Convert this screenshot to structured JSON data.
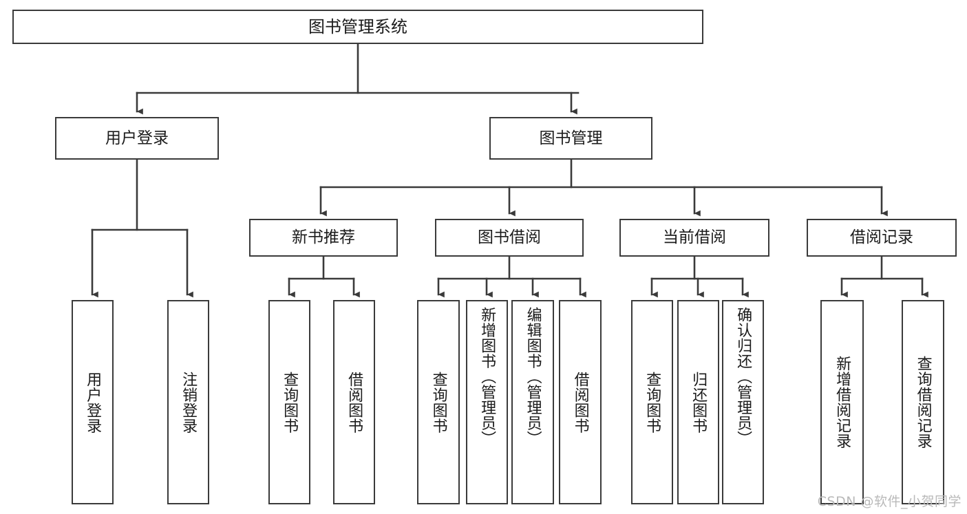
{
  "diagram": {
    "title": "图书管理系统",
    "type": "hierarchy-tree",
    "root": {
      "label": "图书管理系统"
    },
    "level2": [
      {
        "id": "user-login",
        "label": "用户登录"
      },
      {
        "id": "book-management",
        "label": "图书管理"
      }
    ],
    "level3": [
      {
        "id": "new-book-recommend",
        "label": "新书推荐"
      },
      {
        "id": "book-borrow",
        "label": "图书借阅"
      },
      {
        "id": "current-borrow",
        "label": "当前借阅"
      },
      {
        "id": "borrow-record",
        "label": "借阅记录"
      }
    ],
    "leaves": {
      "user_login": [
        {
          "id": "leaf-user-login",
          "label": "用户登录"
        },
        {
          "id": "leaf-logout-login",
          "label": "注销登录"
        }
      ],
      "new_book_recommend": [
        {
          "id": "leaf-query-book-1",
          "label": "查询图书"
        },
        {
          "id": "leaf-borrow-book-1",
          "label": "借阅图书"
        }
      ],
      "book_borrow": [
        {
          "id": "leaf-query-book-2",
          "label": "查询图书"
        },
        {
          "id": "leaf-add-book",
          "label": "新增图书（管理员）"
        },
        {
          "id": "leaf-edit-book",
          "label": "编辑图书（管理员）"
        },
        {
          "id": "leaf-borrow-book-2",
          "label": "借阅图书"
        }
      ],
      "current_borrow": [
        {
          "id": "leaf-query-book-3",
          "label": "查询图书"
        },
        {
          "id": "leaf-return-book",
          "label": "归还图书"
        },
        {
          "id": "leaf-confirm-return",
          "label": "确认归还（管理员）"
        }
      ],
      "borrow_record": [
        {
          "id": "leaf-add-record",
          "label": "新增借阅记录"
        },
        {
          "id": "leaf-query-record",
          "label": "查询借阅记录"
        }
      ]
    }
  },
  "watermark": {
    "text": "CSDN @软件_小贺同学"
  },
  "colors": {
    "border": "#3a3a3a",
    "text": "#1b1b1b",
    "background": "#ffffff",
    "watermark": "#b9b9b9"
  }
}
